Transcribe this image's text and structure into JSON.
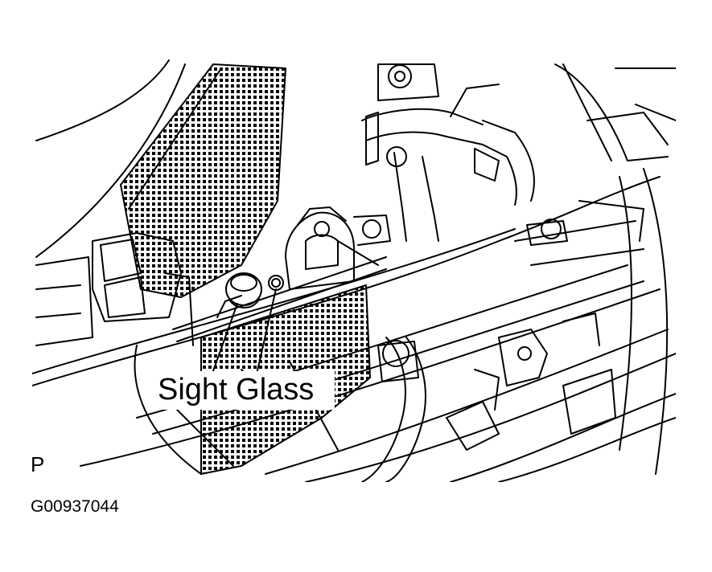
{
  "diagram": {
    "callout_label": "Sight Glass",
    "view_marker": "P",
    "figure_id": "G00937044"
  },
  "colors": {
    "line": "#000000",
    "background": "#ffffff"
  }
}
